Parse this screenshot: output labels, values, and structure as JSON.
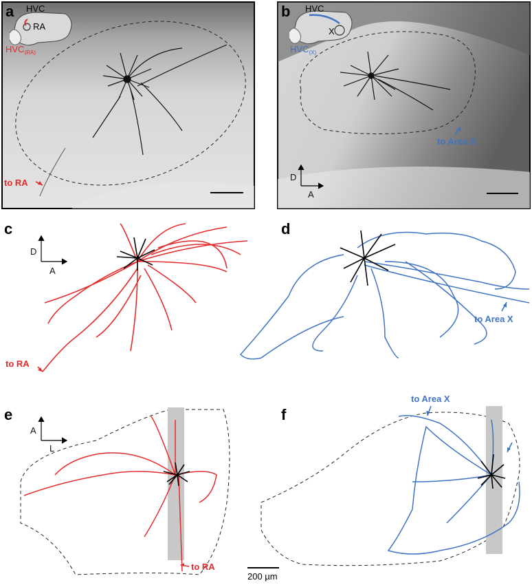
{
  "colors": {
    "hvc_ra": "#e32b2b",
    "hvc_x": "#3f73c2",
    "soma_dendrite": "#000000",
    "scale_band": "#c8c8c8",
    "micrograph_bg": "#cfcfcf"
  },
  "panels": {
    "a": {
      "letter": "a",
      "inset_hvc": "HVC",
      "inset_ra": "RA",
      "inset_label_main": "HVC",
      "inset_label_sub": "(RA)",
      "projection_label": "to RA"
    },
    "b": {
      "letter": "b",
      "inset_hvc": "HVC",
      "inset_x": "X",
      "inset_label_main": "HVC",
      "inset_label_sub": "(X)",
      "projection_label": "to Area X",
      "axis_d": "D",
      "axis_a": "A"
    },
    "c": {
      "letter": "c",
      "axis_d": "D",
      "axis_a": "A",
      "projection_label": "to RA"
    },
    "d": {
      "letter": "d",
      "projection_label": "to Area X"
    },
    "e": {
      "letter": "e",
      "axis_a": "A",
      "axis_l": "L",
      "projection_label": "to RA"
    },
    "f": {
      "letter": "f",
      "projection_label": "to Area X"
    }
  },
  "scale_bar": {
    "label": "200 µm"
  }
}
